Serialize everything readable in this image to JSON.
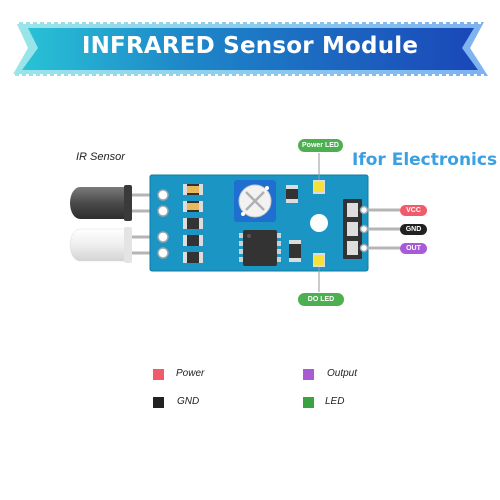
{
  "banner": {
    "title": "INFRARED Sensor Module"
  },
  "brand": "Ifor Electronics",
  "ir_sensor_label": "IR Sensor",
  "callouts": {
    "power_led": "Power LED",
    "do_led": "DO LED"
  },
  "pins": [
    {
      "label": "VCC",
      "color": "#ef5b6a",
      "text_color": "#ffffff"
    },
    {
      "label": "GND",
      "color": "#222222",
      "text_color": "#ffffff"
    },
    {
      "label": "OUT",
      "color": "#a75cd6",
      "text_color": "#ffffff"
    }
  ],
  "legend": [
    {
      "label": "Power",
      "color": "#ef5b6a"
    },
    {
      "label": "Output",
      "color": "#a75cd6"
    },
    {
      "label": "GND",
      "color": "#222222"
    },
    {
      "label": "LED",
      "color": "#3aa240"
    }
  ],
  "colors": {
    "board": "#1a95c4",
    "board_edge": "#127aa3",
    "callout_green": "#4caf50",
    "banner_dark": "#1565c0",
    "banner_light": "#26c6da"
  }
}
